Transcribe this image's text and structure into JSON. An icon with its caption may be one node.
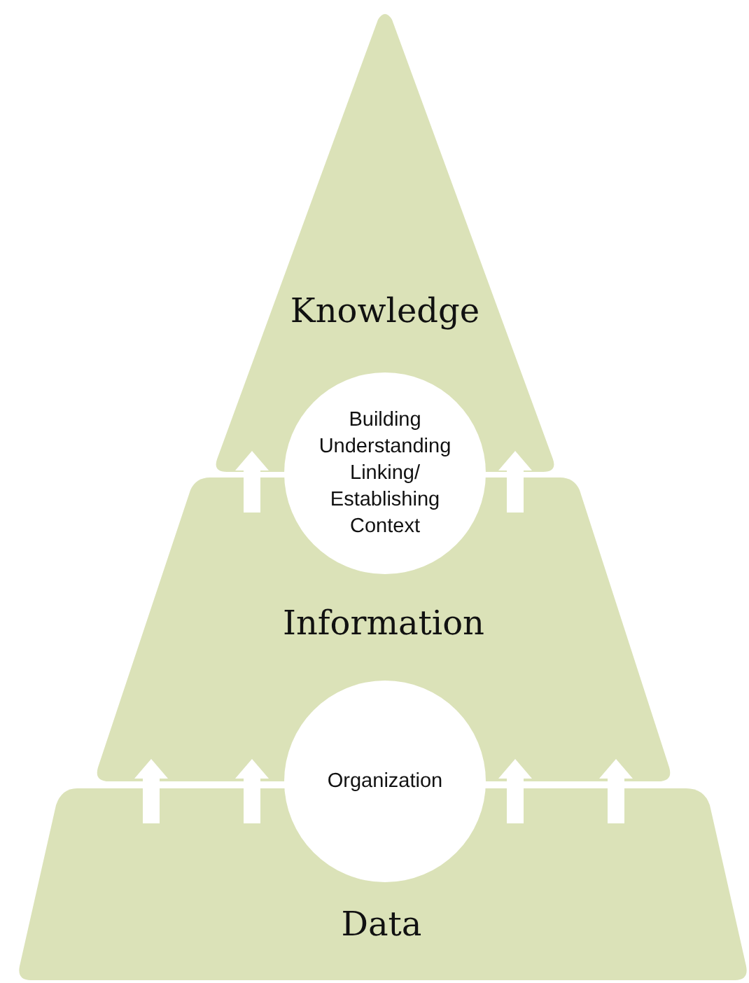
{
  "diagram": {
    "nodes": [
      {
        "text": [
          "Knowledge"
        ]
      },
      {
        "text": [
          "Building Understanding",
          "Linking/ Establishing Context"
        ]
      },
      {
        "text": [
          "Information"
        ]
      },
      {
        "text": [
          "Organization"
        ]
      },
      {
        "text": [
          "Data"
        ]
      }
    ],
    "edges": [
      {
        "from": 4,
        "to": 2,
        "arrow": "to"
      },
      {
        "from": 4,
        "to": 2,
        "arrow": "to"
      },
      {
        "from": 4,
        "to": 2,
        "arrow": "to"
      },
      {
        "from": 4,
        "to": 2,
        "arrow": "to"
      },
      {
        "from": 2,
        "to": 0,
        "arrow": "to"
      },
      {
        "from": 2,
        "to": 0,
        "arrow": "to"
      }
    ]
  }
}
